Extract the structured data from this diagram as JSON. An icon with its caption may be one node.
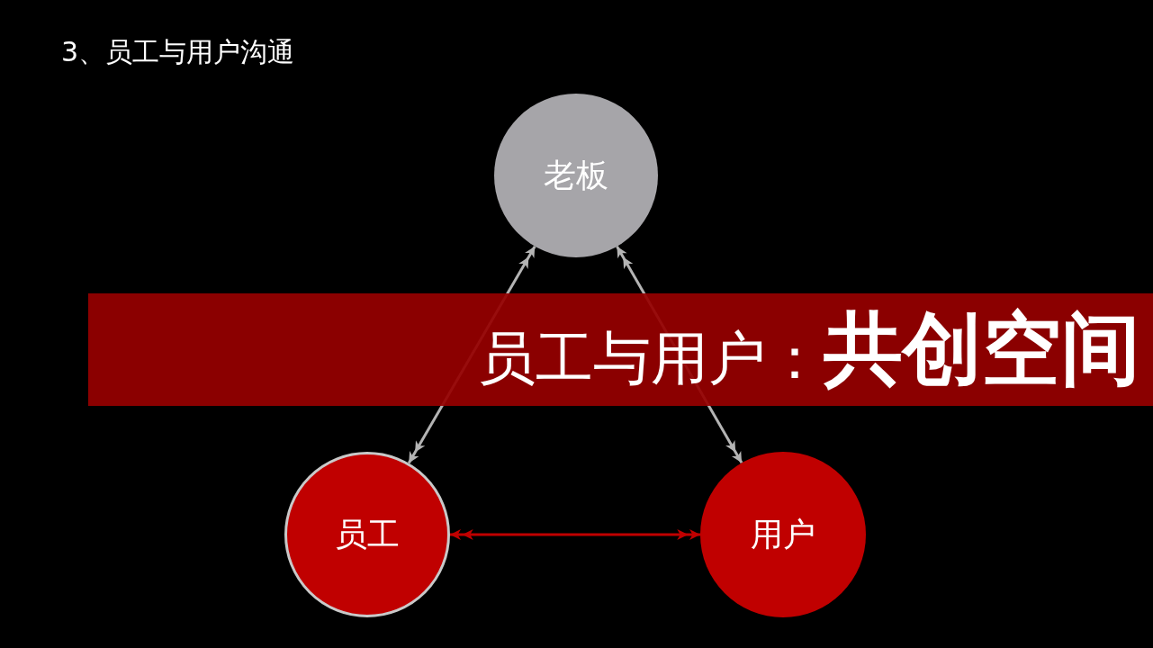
{
  "diagram": {
    "title": "3、员工与用户沟通",
    "nodes": [
      {
        "text": [
          "老板"
        ]
      },
      {
        "text": [
          "员工"
        ]
      },
      {
        "text": [
          "用户"
        ]
      }
    ],
    "edges": [
      {
        "from": 0,
        "to": 1,
        "arrow": "both"
      },
      {
        "from": 0,
        "to": 2,
        "arrow": "both"
      },
      {
        "from": 1,
        "to": 2,
        "arrow": "both",
        "color": "#c00000"
      }
    ],
    "labels": [
      "员工与用户：",
      "共创空间"
    ]
  }
}
